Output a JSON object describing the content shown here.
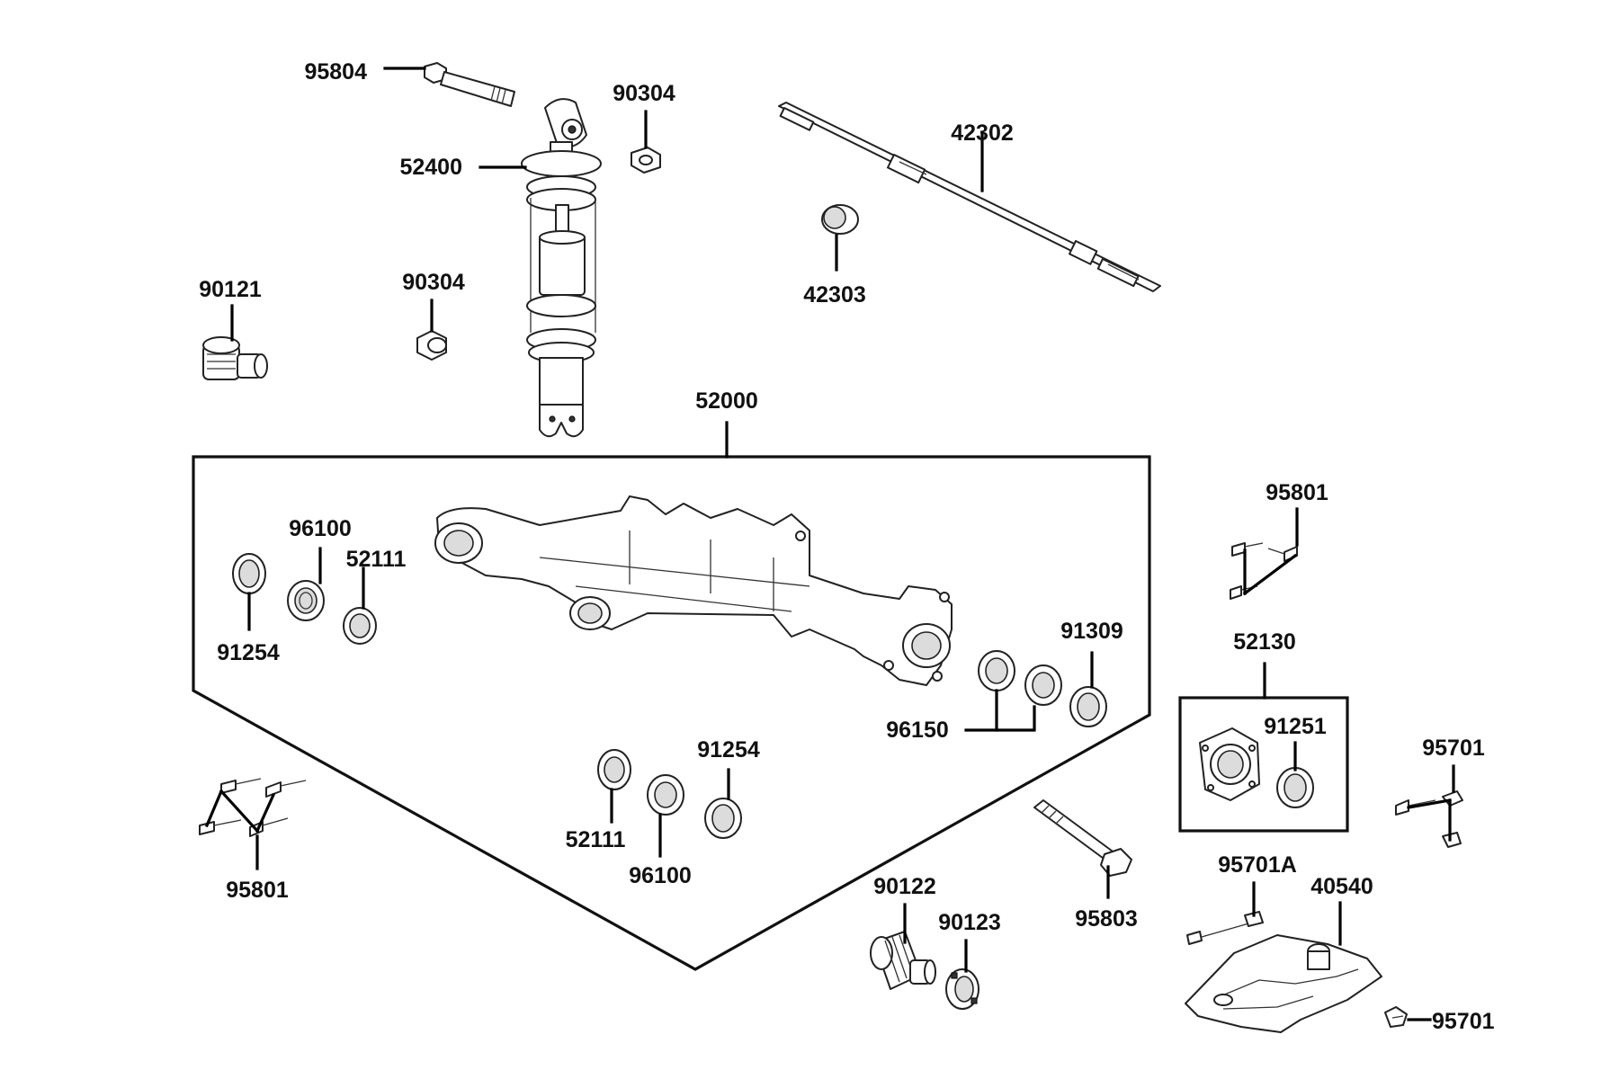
{
  "labels": {
    "p95804": "95804",
    "p90304_top": "90304",
    "p52400": "52400",
    "p90304_mid": "90304",
    "p90121": "90121",
    "p42302": "42302",
    "p42303": "42303",
    "p52000": "52000",
    "p96100_top": "96100",
    "p52111_top": "52111",
    "p91254_top": "91254",
    "p91309": "91309",
    "p96150": "96150",
    "p91254_bottom": "91254",
    "p52111_bottom": "52111",
    "p96100_bottom": "96100",
    "p95801_left": "95801",
    "p95801_right": "95801",
    "p52130": "52130",
    "p91251": "91251",
    "p95701_top": "95701",
    "p95803": "95803",
    "p90122": "90122",
    "p90123": "90123",
    "p95701A": "95701A",
    "p40540": "40540",
    "p95701_bottom": "95701"
  }
}
